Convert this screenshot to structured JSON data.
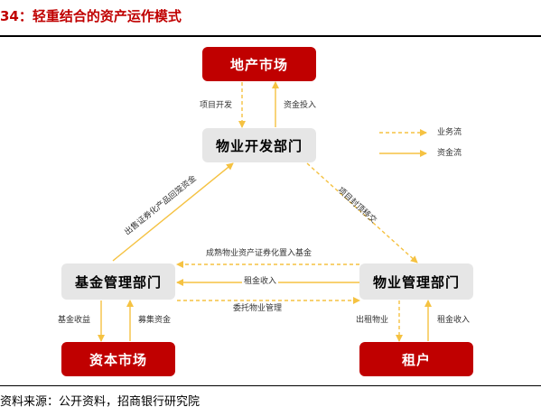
{
  "title": "34：轻重结合的资产运作模式",
  "source": "资料来源：公开资料，招商银行研究院",
  "colors": {
    "accent": "#c00000",
    "node_grey": "#e6e6e6",
    "flow_gold": "#f5c242"
  },
  "nodes": {
    "land_market": "地产市场",
    "dev_dept": "物业开发部门",
    "fund_dept": "基金管理部门",
    "pm_dept": "物业管理部门",
    "capital_market": "资本市场",
    "tenant": "租户"
  },
  "legend": {
    "business_flow": "业务流",
    "capital_flow": "资金流"
  },
  "flows": {
    "project_dev": "项目开发",
    "capital_invest": "资金投入",
    "securitization_recovery": "出售证券化产品回笼资金",
    "project_transfer": "项目封顶移交",
    "mature_asset_injection": "成熟物业资产证券化置入基金",
    "rent_income_mid": "租金收入",
    "entrust_management": "委托物业管理",
    "fund_income": "基金收益",
    "raise_funds": "募集资金",
    "lease_property": "出租物业",
    "rent_income_right": "租金收入"
  }
}
